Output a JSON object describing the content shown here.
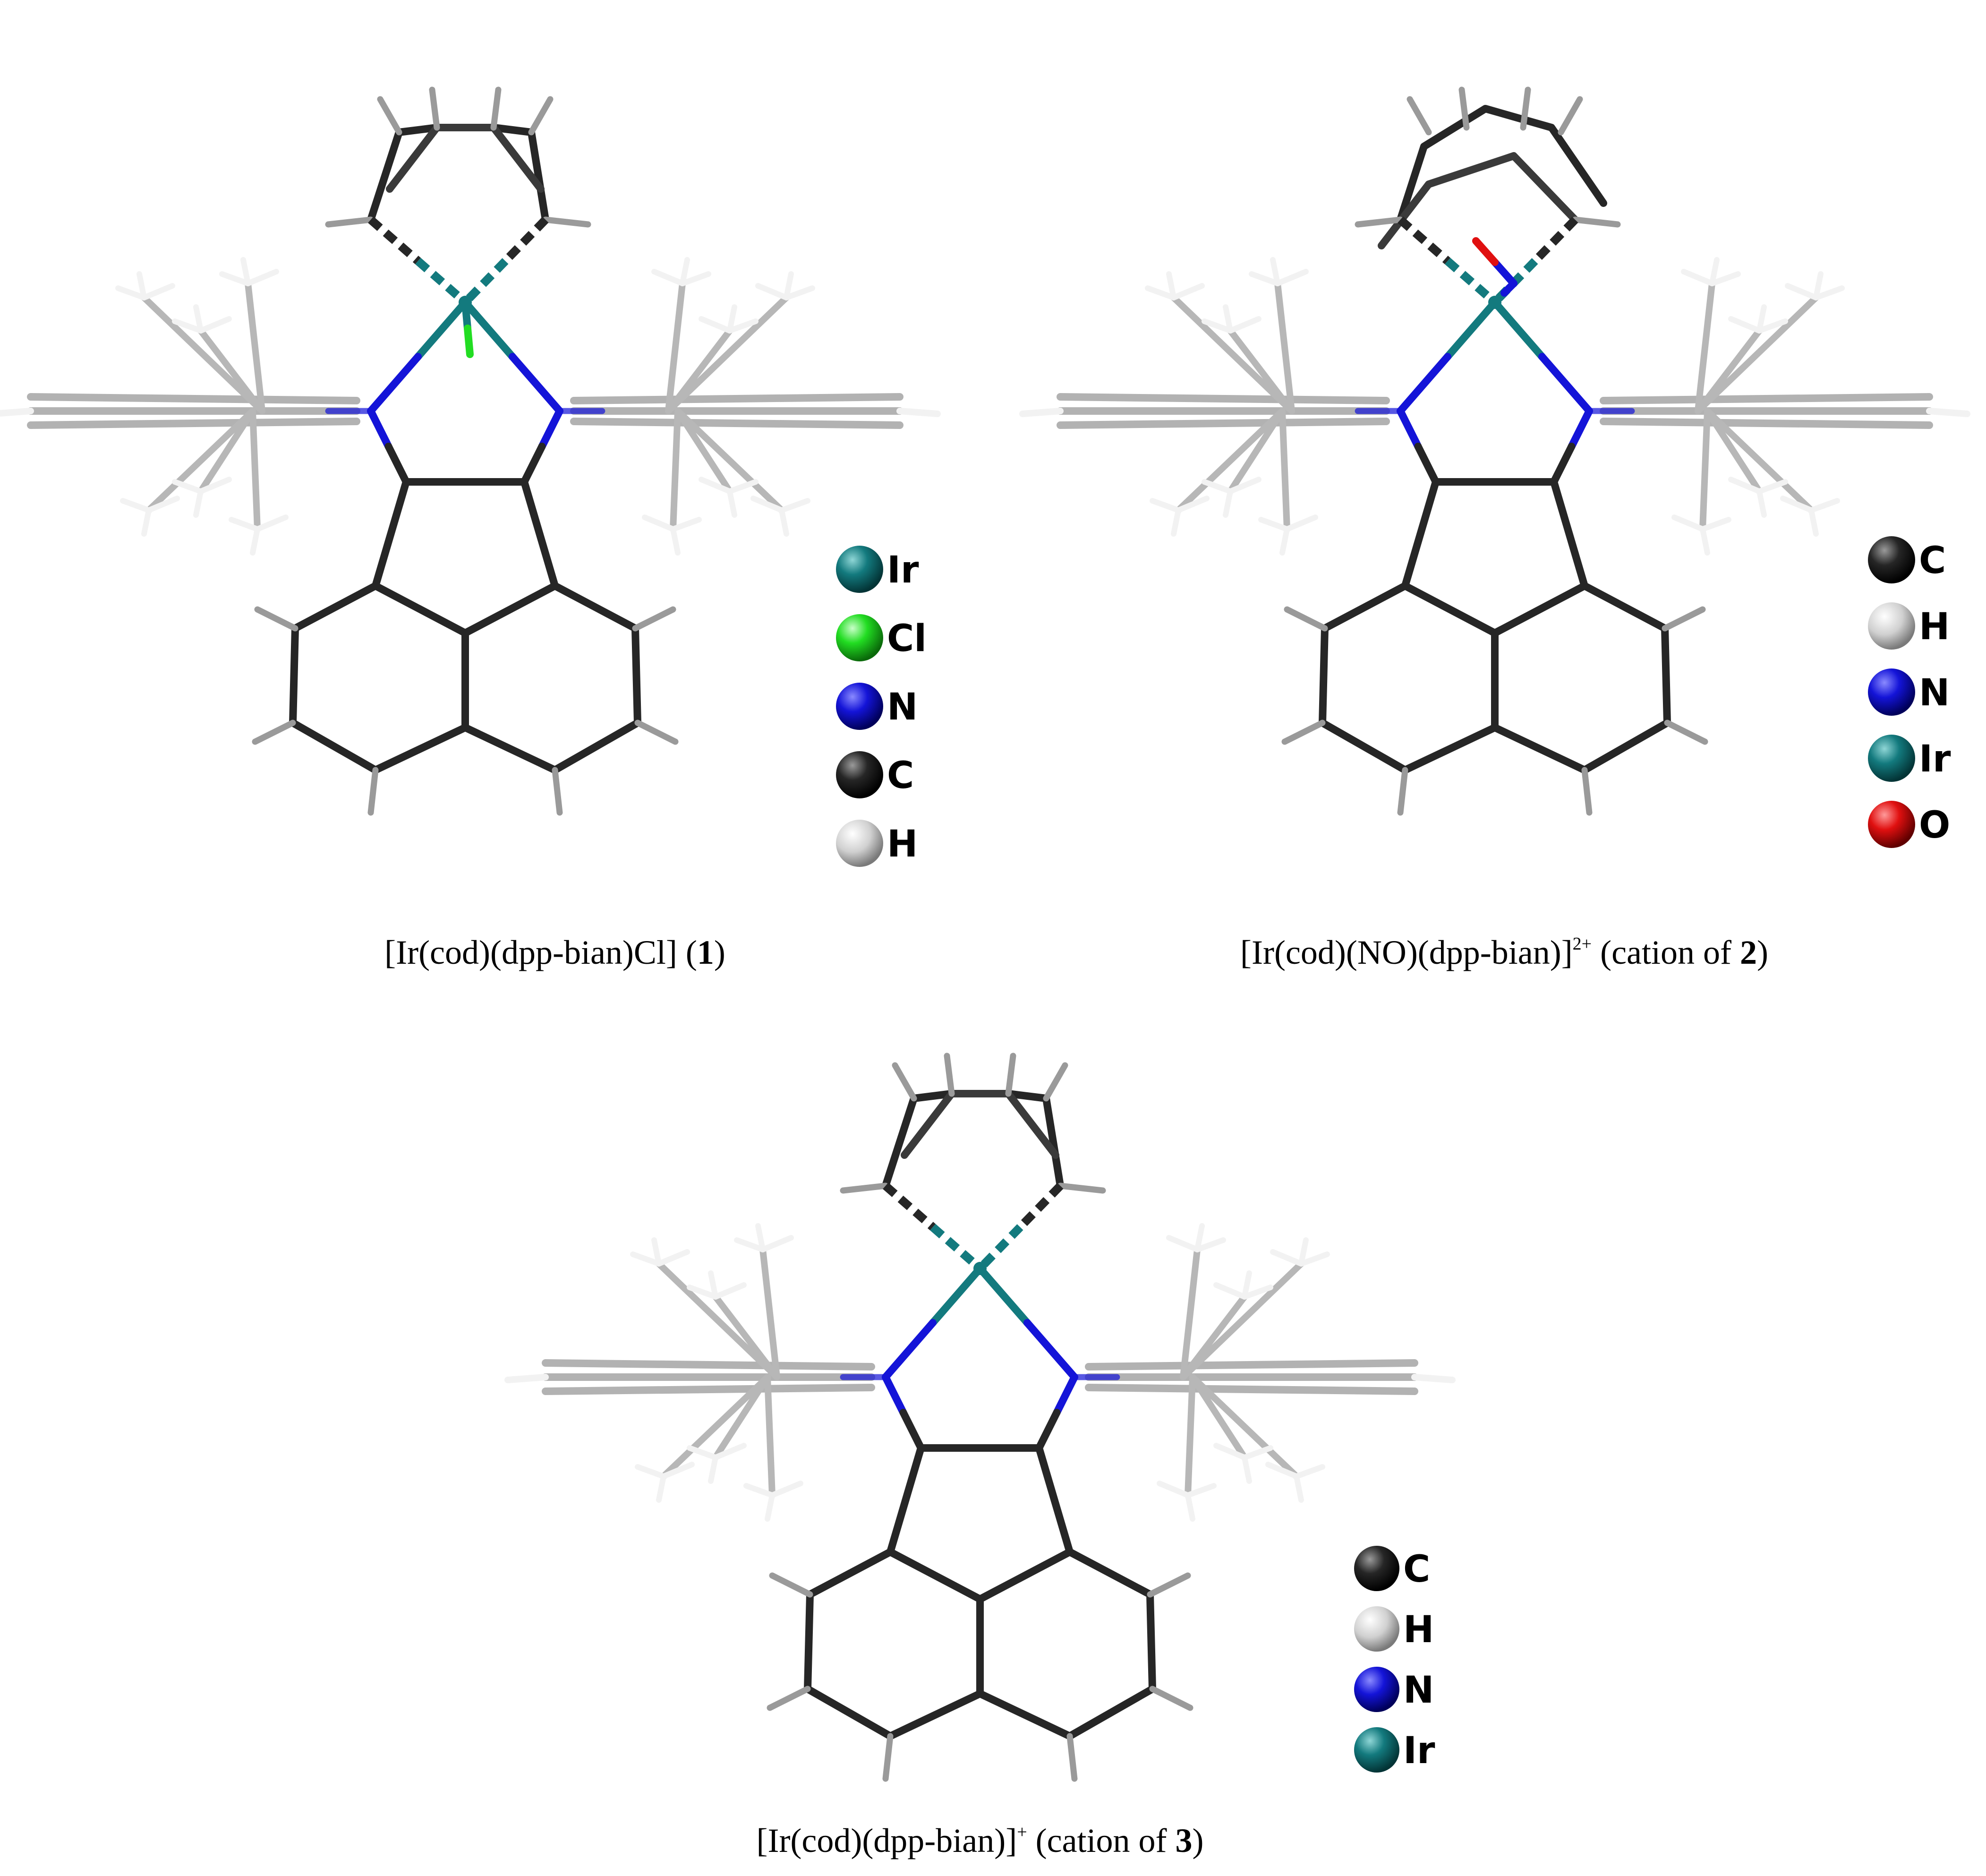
{
  "colors": {
    "C": "#262626",
    "H": "#e2e2e2",
    "N": "#1414d8",
    "Ir": "#137a7e",
    "Cl": "#22dd22",
    "O": "#e01010"
  },
  "molecules": [
    {
      "name": "complex-1",
      "caption": {
        "pre": "[Ir(cod)(dpp-bian)Cl] (",
        "num": "1",
        "post": ")"
      },
      "legend": [
        {
          "element": "Ir",
          "label": "Ir"
        },
        {
          "element": "Cl",
          "label": "Cl"
        },
        {
          "element": "N",
          "label": "N"
        },
        {
          "element": "C",
          "label": "C"
        },
        {
          "element": "H",
          "label": "H"
        }
      ]
    },
    {
      "name": "complex-2",
      "caption": {
        "pre": "[Ir(cod)(NO)(dpp-bian)]",
        "sup": "2+",
        "mid": " (cation of ",
        "num": "2",
        "post": ")"
      },
      "legend": [
        {
          "element": "C",
          "label": "C"
        },
        {
          "element": "H",
          "label": "H"
        },
        {
          "element": "N",
          "label": "N"
        },
        {
          "element": "Ir",
          "label": "Ir"
        },
        {
          "element": "O",
          "label": "O"
        }
      ]
    },
    {
      "name": "complex-3",
      "caption": {
        "pre": "[Ir(cod)(dpp-bian)]",
        "sup": "+",
        "mid": " (cation of ",
        "num": "3",
        "post": ")"
      },
      "legend": [
        {
          "element": "C",
          "label": "C"
        },
        {
          "element": "H",
          "label": "H"
        },
        {
          "element": "N",
          "label": "N"
        },
        {
          "element": "Ir",
          "label": "Ir"
        }
      ]
    }
  ]
}
